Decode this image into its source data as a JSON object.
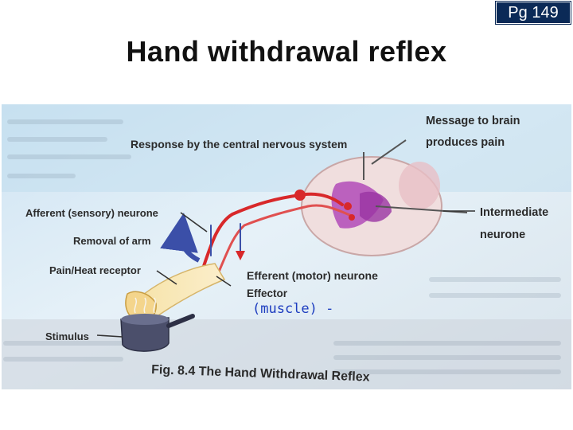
{
  "page_badge": "Pg 149",
  "title": "Hand withdrawal reflex",
  "figure": {
    "labels": {
      "response_cns": "Response by the central nervous system",
      "message_brain_1": "Message to brain",
      "message_brain_2": "produces pain",
      "afferent": "Afferent (sensory) neurone",
      "removal": "Removal of arm",
      "receptor": "Pain/Heat receptor",
      "intermediate_1": "Intermediate",
      "intermediate_2": "neurone",
      "efferent": "Efferent (motor) neurone",
      "effector": "Effector",
      "stimulus": "Stimulus",
      "caption": "Fig. 8.4 The Hand Withdrawal Reflex"
    },
    "handwritten_note": "(muscle) -",
    "colors": {
      "nerve_red": "#d8282a",
      "spinal_purple": "#b14bb8",
      "arrow_blue": "#3b4fa8",
      "handwriting_blue": "#1c3cbf"
    }
  }
}
